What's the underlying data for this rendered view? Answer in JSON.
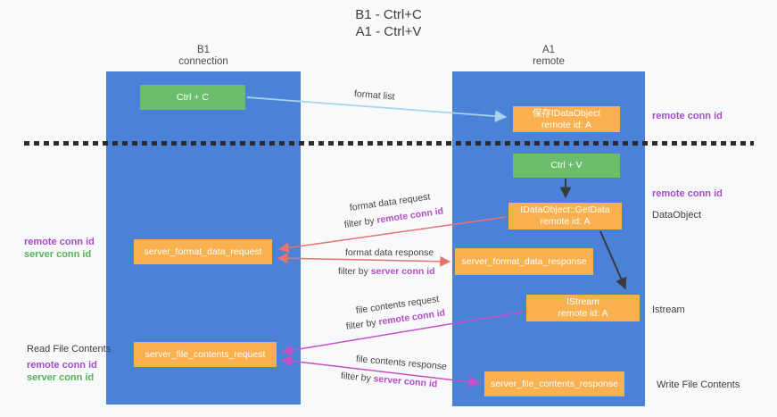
{
  "title": {
    "line1": "B1 - Ctrl+C",
    "line2": "A1 - Ctrl+V"
  },
  "columns": {
    "left": {
      "header_line1": "B1",
      "header_line2": "connection"
    },
    "right": {
      "header_line1": "A1",
      "header_line2": "remote"
    }
  },
  "boxes": {
    "ctrl_c": "Ctrl + C",
    "ctrl_v": "Ctrl + V",
    "save_dataobject": {
      "line1": "保存IDataObject",
      "line2": "remote id: A"
    },
    "getdata": {
      "line1": "IDataObject::GetData",
      "line2": "remote id: A"
    },
    "istream": {
      "line1": "IStream",
      "line2": "remote id: A"
    },
    "server_format_data_request": "server_format_data_request",
    "server_format_data_response": "server_format_data_response",
    "server_file_contents_request": "server_file_contents_request",
    "server_file_contents_response": "server_file_contents_response"
  },
  "side_labels": {
    "remote_conn_id": "remote conn id",
    "server_conn_id": "server conn id",
    "dataobject": "DataObject",
    "istream": "Istream",
    "read_file_contents": "Read File Contents",
    "write_file_contents": "Write File Contents"
  },
  "arrow_labels": {
    "format_list": "format list",
    "format_data_request": "format data request",
    "format_data_response": "format data response",
    "file_contents_request": "file contents request",
    "file_contents_response": "file contents response",
    "filter_by": "filter by ",
    "remote_conn_id": "remote conn id",
    "server_conn_id": "server conn id"
  },
  "colors": {
    "column_blue": "#4c81d8",
    "box_green": "#6cbe6c",
    "box_orange": "#f9b04e",
    "arrow_light_blue": "#a9d3ee",
    "arrow_red": "#e8736f",
    "arrow_magenta": "#c94fc6",
    "arrow_dark": "#3a3a3a",
    "label_purple": "#a64ac9",
    "label_green": "#58b158",
    "background": "#f8f9fa"
  }
}
